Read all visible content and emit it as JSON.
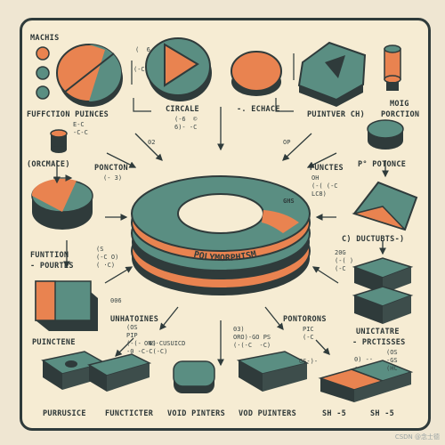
{
  "labels": {
    "machis": "MACHIS",
    "function_pointers": "FUFFCTION PUINCES",
    "circale": "CIRCALE",
    "echace": "-. ECHACE",
    "pointer_ch": "PUINTVER CH)",
    "moig": "MOIG",
    "porction": "PORCTION",
    "orcmace": "(ORCMACE)",
    "ponction": "PONCTON",
    "puntes": "PUNCTES",
    "potonce": "P° POTONCE",
    "function": "FUNTTION",
    "pourtes": "- POURTES",
    "ductubts": "C) DUCTUBTS-)",
    "unhatoines": "UNHATOINES",
    "pontorons": "PONTORONS",
    "unictatre": "UNICTATRE",
    "prctisses": "- PRCTISSES",
    "puinctene": "PUINCTENE",
    "purrusice": "PURRUSICE",
    "functicter": "FUNCTICTER",
    "void_pinters": "VOID PINTERS",
    "vod_puinters": "VOD PUINTERS",
    "sh1": "SH -5",
    "sh2": "SH -5"
  },
  "center": {
    "title_top": "POLYMORPHISM",
    "title_bottom": "POLYMORPHISM",
    "tag_ghs": "GHS"
  },
  "small_text": {
    "s1": "(-6  ©\n6)- -C",
    "s2": "02",
    "s3": "OP",
    "s4": "(- 3)",
    "s5": "(S\n(-C O)\n( ·C)",
    "s6": "20G\n(-( )\n(-C",
    "s7": "006",
    "s8": "(OS\nPIP\n(-(-  6)\n-0 -C-C(-C)",
    "s9": "03)\nORO)-GO PS\n(·(-C  -C)",
    "s10": "PIC\n(-C",
    "s11": "(OS\n-GS\n(HC",
    "s12": "0) -·\n·",
    "s13": "OH\n(-( (-C\nLC8)",
    "s14": "E-C\n-C-C",
    "s15": "(  6",
    "s16": "(-C",
    "s17": "ONS·CUSUICD",
    "s18": "GS-)-"
  },
  "colors": {
    "orange": "#e98350",
    "teal": "#5a8e82",
    "dark": "#2f3b3b",
    "cream": "#f6ecd3"
  },
  "watermark": "CSDN @念士德"
}
